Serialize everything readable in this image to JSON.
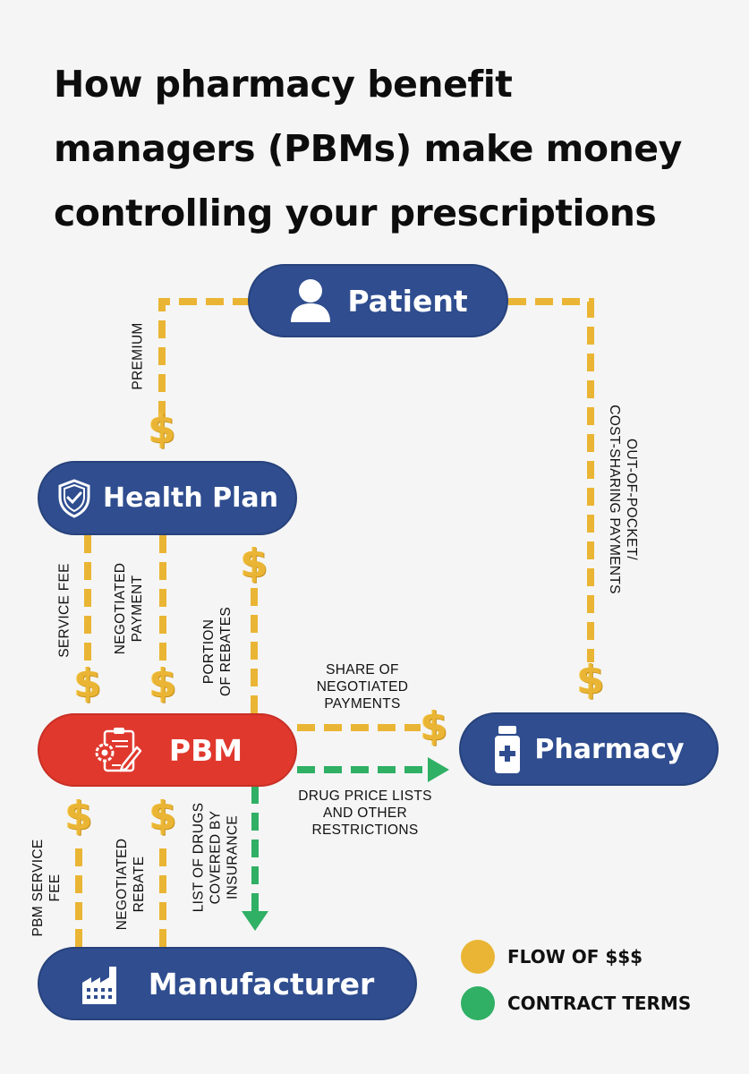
{
  "title": {
    "lines": [
      "How pharmacy benefit",
      "managers (PBMs) make money",
      "controlling your prescriptions"
    ]
  },
  "colors": {
    "background": "#f5f5f5",
    "node_blue": "#2f4d8f",
    "node_red": "#e0382d",
    "money_flow": "#eab534",
    "contract_terms": "#2fb064"
  },
  "nodes": {
    "patient": {
      "label": "Patient",
      "icon": "person-icon"
    },
    "health_plan": {
      "label": "Health Plan",
      "icon": "shield-check-icon"
    },
    "pbm": {
      "label": "PBM",
      "icon": "clipboard-gear-pencil-icon"
    },
    "pharmacy": {
      "label": "Pharmacy",
      "icon": "pill-bottle-icon"
    },
    "manufacturer": {
      "label": "Manufacturer",
      "icon": "factory-icon"
    }
  },
  "flows": {
    "premium": {
      "label": "PREMIUM",
      "from": "Patient",
      "to": "Health Plan",
      "type": "money"
    },
    "out_of_pocket": {
      "label_line1": "OUT-OF-POCKET/",
      "label_line2": "COST-SHARING PAYMENTS",
      "from": "Patient",
      "to": "Pharmacy",
      "type": "money"
    },
    "service_fee": {
      "label": "SERVICE FEE",
      "from": "Health Plan",
      "to": "PBM",
      "type": "money"
    },
    "negotiated_payment": {
      "label_line1": "NEGOTIATED",
      "label_line2": "PAYMENT",
      "from": "Health Plan",
      "to": "PBM",
      "type": "money"
    },
    "portion_of_rebates": {
      "label_line1": "PORTION",
      "label_line2": "OF REBATES",
      "from": "PBM",
      "to": "Health Plan",
      "type": "money"
    },
    "share_of_negotiated": {
      "label_line1": "SHARE OF",
      "label_line2": "NEGOTIATED",
      "label_line3": "PAYMENTS",
      "from": "PBM",
      "to": "Pharmacy",
      "type": "money"
    },
    "drug_price_lists": {
      "label_line1": "DRUG PRICE LISTS",
      "label_line2": "AND OTHER",
      "label_line3": "RESTRICTIONS",
      "from": "PBM",
      "to": "Pharmacy",
      "type": "contract"
    },
    "pbm_service_fee": {
      "label_line1": "PBM SERVICE",
      "label_line2": "FEE",
      "from": "Manufacturer",
      "to": "PBM",
      "type": "money"
    },
    "negotiated_rebate": {
      "label_line1": "NEGOTIATED",
      "label_line2": "REBATE",
      "from": "Manufacturer",
      "to": "PBM",
      "type": "money"
    },
    "list_of_drugs": {
      "label_line1": "LIST OF DRUGS",
      "label_line2": "COVERED BY",
      "label_line3": "INSURANCE",
      "from": "PBM",
      "to": "Manufacturer",
      "type": "contract"
    }
  },
  "dollar_symbol": "$",
  "legend": [
    {
      "label": "FLOW OF $$$",
      "color": "#eab534"
    },
    {
      "label": "CONTRACT TERMS",
      "color": "#2fb064"
    }
  ]
}
